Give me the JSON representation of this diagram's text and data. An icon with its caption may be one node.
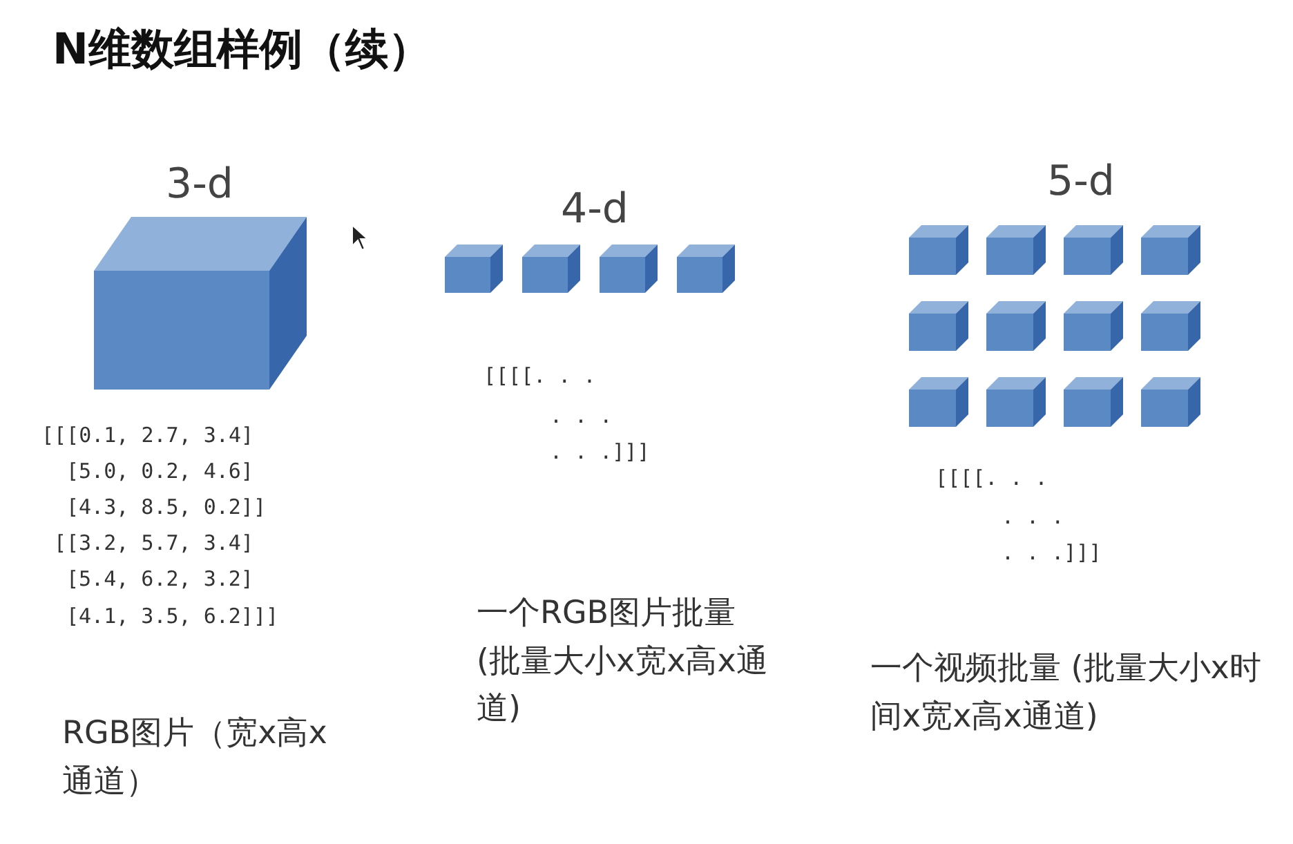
{
  "diagram": {
    "title": "N维数组样例（续）",
    "labels": [
      "3-d",
      "4-d",
      "5-d",
      "[[[0.1, 2.7, 3.4]",
      "[5.0, 0.2, 4.6]",
      "[4.3, 8.5, 0.2]]",
      "[[3.2, 5.7, 3.4]",
      "[5.4, 6.2, 3.2]",
      "[4.1, 3.5, 6.2]]]",
      "[[[[. . .",
      ". . .",
      ". . .]]]",
      "[[[[. . .",
      ". . .",
      ". . .]]]",
      "一个RGB图片批量 (批量大小x宽x高x通道)",
      "一个视频批量 (批量大小x时间x宽x高x通道)",
      "RGB图片（宽x高x通道）"
    ]
  }
}
